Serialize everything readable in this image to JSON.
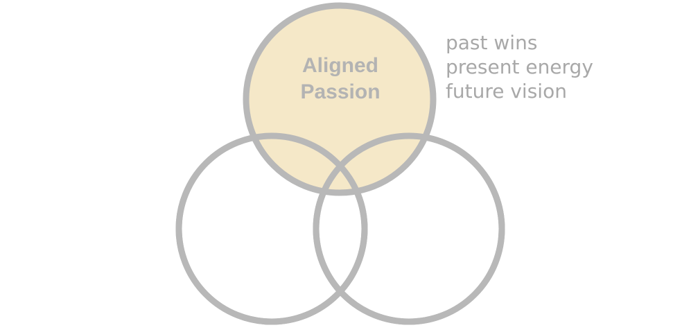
{
  "diagram": {
    "top_circle": {
      "title_line1": "Aligned",
      "title_line2": "Passion",
      "fill_color": "#f5e8c8"
    },
    "outline_color": "#b8b8b8",
    "notes": [
      "past wins",
      "present energy",
      "future vision"
    ]
  }
}
